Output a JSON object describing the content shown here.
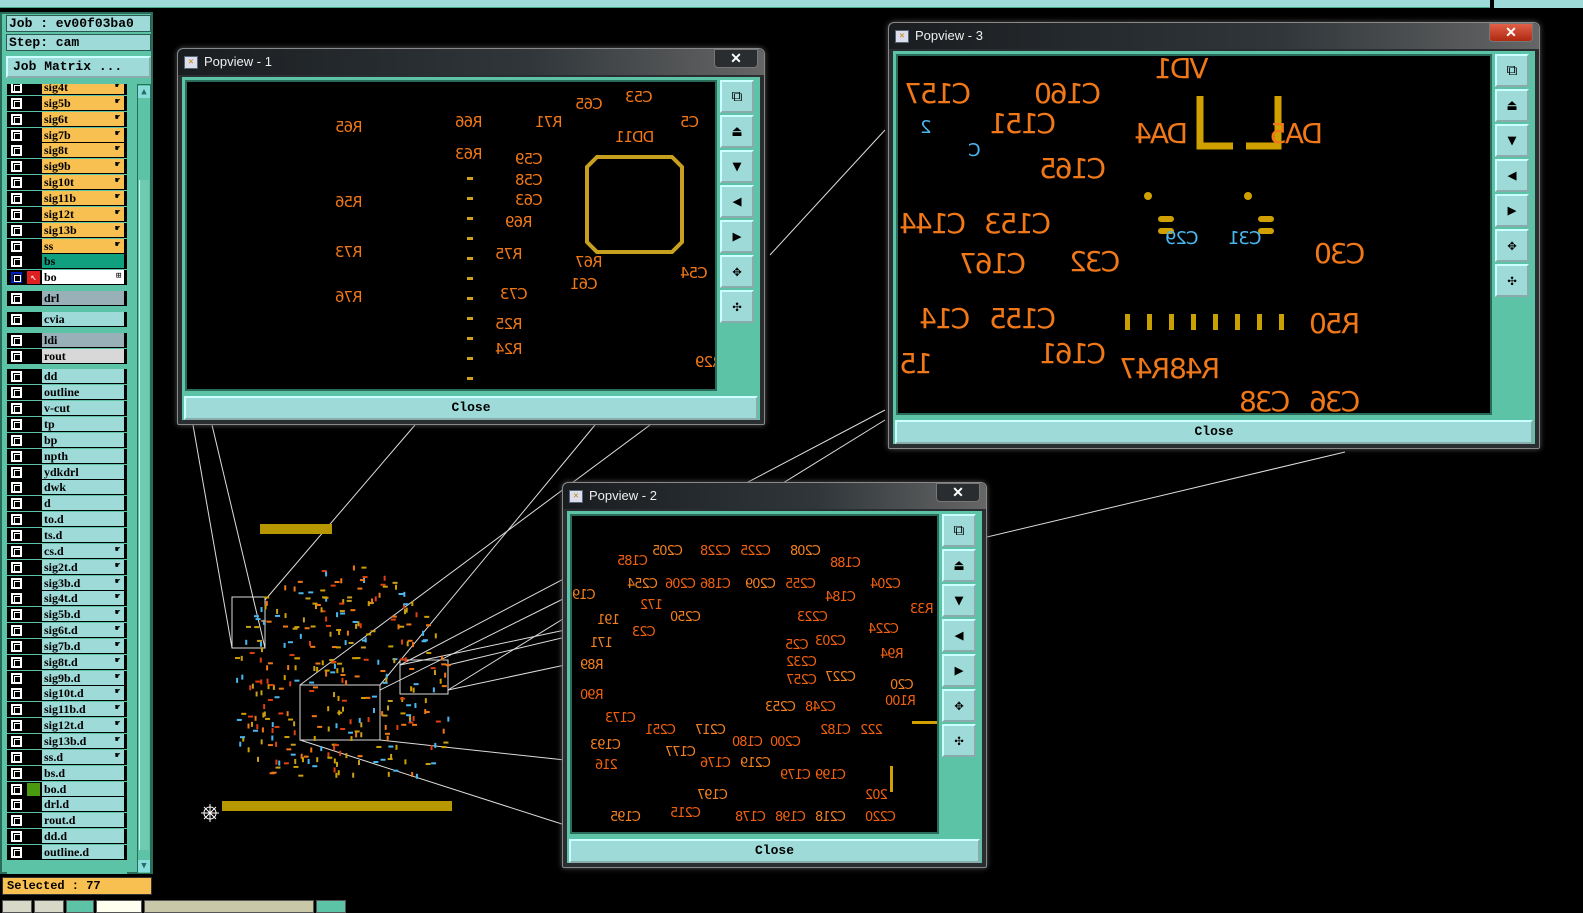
{
  "left_panel": {
    "job": "Job : ev00f03ba0",
    "step": "Step: cam",
    "job_matrix_button": "Job Matrix ...",
    "layers": [
      {
        "name": "sig4t",
        "type": "signal"
      },
      {
        "name": "sig5b",
        "type": "signal"
      },
      {
        "name": "sig6t",
        "type": "signal"
      },
      {
        "name": "sig7b",
        "type": "signal"
      },
      {
        "name": "sig8t",
        "type": "signal"
      },
      {
        "name": "sig9b",
        "type": "signal"
      },
      {
        "name": "sig10t",
        "type": "signal"
      },
      {
        "name": "sig11b",
        "type": "signal"
      },
      {
        "name": "sig12t",
        "type": "signal"
      },
      {
        "name": "sig13b",
        "type": "signal"
      },
      {
        "name": "ss",
        "type": "signal"
      },
      {
        "name": "bs",
        "type": "mask"
      },
      {
        "name": "bo",
        "type": "active"
      },
      {
        "name": "drl",
        "type": "drill",
        "gap": true
      },
      {
        "name": "cvia",
        "type": "plain",
        "gap": true
      },
      {
        "name": "ldi",
        "type": "drill",
        "gap": true
      },
      {
        "name": "rout",
        "type": "rout"
      },
      {
        "name": "dd",
        "type": "plain",
        "gap": true
      },
      {
        "name": "outline",
        "type": "plain"
      },
      {
        "name": "v-cut",
        "type": "plain"
      },
      {
        "name": "tp",
        "type": "plain"
      },
      {
        "name": "bp",
        "type": "plain"
      },
      {
        "name": "npth",
        "type": "plain"
      },
      {
        "name": "ydkdrl",
        "type": "plain"
      },
      {
        "name": "dwk",
        "type": "plain"
      },
      {
        "name": "d",
        "type": "plain"
      },
      {
        "name": "to.d",
        "type": "plain"
      },
      {
        "name": "ts.d",
        "type": "plain"
      },
      {
        "name": "cs.d",
        "type": "plainh"
      },
      {
        "name": "sig2t.d",
        "type": "plainh"
      },
      {
        "name": "sig3b.d",
        "type": "plainh"
      },
      {
        "name": "sig4t.d",
        "type": "plainh"
      },
      {
        "name": "sig5b.d",
        "type": "plainh"
      },
      {
        "name": "sig6t.d",
        "type": "plainh"
      },
      {
        "name": "sig7b.d",
        "type": "plainh"
      },
      {
        "name": "sig8t.d",
        "type": "plainh"
      },
      {
        "name": "sig9b.d",
        "type": "plainh"
      },
      {
        "name": "sig10t.d",
        "type": "plainh"
      },
      {
        "name": "sig11b.d",
        "type": "plainh"
      },
      {
        "name": "sig12t.d",
        "type": "plainh"
      },
      {
        "name": "sig13b.d",
        "type": "plainh"
      },
      {
        "name": "ss.d",
        "type": "plainh"
      },
      {
        "name": "bs.d",
        "type": "plain"
      },
      {
        "name": "bo.d",
        "type": "plain",
        "color": "#4a9a10"
      },
      {
        "name": "drl.d",
        "type": "plain"
      },
      {
        "name": "rout.d",
        "type": "plain"
      },
      {
        "name": "dd.d",
        "type": "plain"
      },
      {
        "name": "outline.d",
        "type": "plain"
      }
    ],
    "selected": "Selected : 77"
  },
  "colors": {
    "signal": "#f8c050",
    "mask": "#10a080",
    "active": "#ffffff",
    "drill": "#9ab0b8",
    "plain": "#9ddad8",
    "rout": "#d8d8d8",
    "teal": "#5cc3a6"
  },
  "popviews": [
    {
      "title": "Popview - 1",
      "close": "Close",
      "labels": [
        "R66",
        "R71",
        "C53",
        "C65",
        "C59",
        "C58",
        "C63",
        "R63",
        "R69",
        "DD11",
        "R75",
        "R67",
        "C61",
        "C73",
        "R25",
        "R24",
        "C54",
        "R65",
        "R56",
        "R73",
        "R76",
        "C5",
        "R29"
      ]
    },
    {
      "title": "Popview - 2",
      "close": "Close",
      "labels": [
        "C205",
        "C228",
        "C225",
        "C208",
        "C185",
        "C188",
        "C254",
        "C206",
        "C186",
        "C209",
        "C255",
        "C204",
        "C19",
        "172",
        "C184",
        "C250",
        "C223",
        "R33",
        "191",
        "C23",
        "C224",
        "171",
        "C203",
        "C25",
        "R89",
        "C232",
        "R94",
        "C227",
        "C257",
        "R90",
        "C20",
        "R100",
        "C173",
        "C253",
        "C248",
        "C251",
        "C217",
        "222",
        "C182",
        "C193",
        "C180",
        "C200",
        "C177",
        "216",
        "C176",
        "C219",
        "C179",
        "C199",
        "C197",
        "202",
        "C215",
        "C195",
        "C178",
        "C198",
        "C218",
        "C220"
      ]
    },
    {
      "title": "Popview - 3",
      "close": "Close",
      "labels": [
        "C157",
        "C160",
        "VD1",
        "C151",
        "DA4",
        "DA5",
        "C165",
        "C144",
        "C153",
        "C167",
        "C32",
        "C30",
        "C14",
        "C155",
        "C161",
        "R50",
        "15",
        "R47",
        "R48",
        "C38",
        "C36"
      ],
      "small_labels": [
        "2",
        "C",
        "C29",
        "C31"
      ]
    }
  ],
  "toolbar_icons": [
    "restore-window-icon",
    "pan-up-icon",
    "pan-down-icon",
    "pan-left-icon",
    "pan-right-icon",
    "zoom-in-icon",
    "zoom-out-icon"
  ],
  "toolbar_glyphs": [
    "⧉",
    "⏏",
    "▼",
    "◀",
    "▶",
    "✥",
    "✣"
  ]
}
